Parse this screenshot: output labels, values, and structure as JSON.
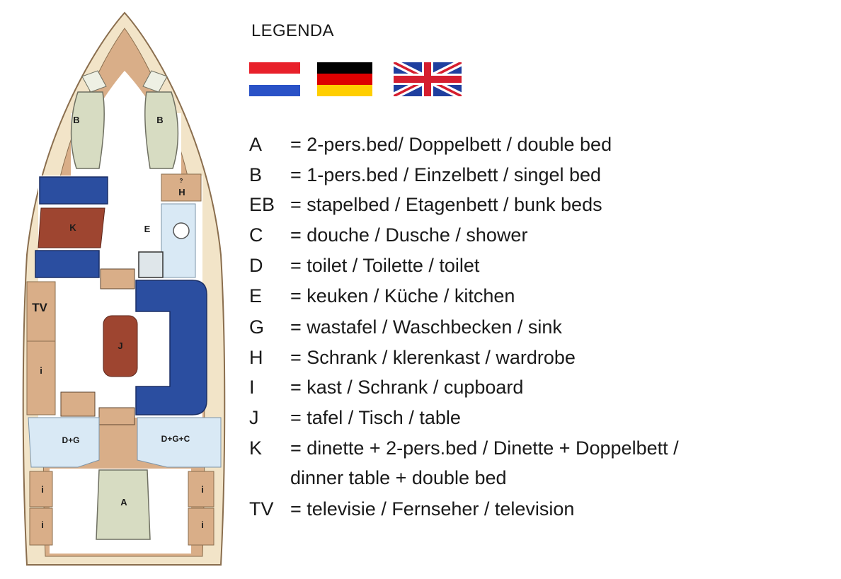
{
  "legend": {
    "title": "LEGENDA",
    "flags": [
      {
        "country": "Netherlands",
        "colors": [
          "#e8202a",
          "#ffffff",
          "#2a52c7"
        ]
      },
      {
        "country": "Germany",
        "colors": [
          "#000000",
          "#dd0000",
          "#ffce00"
        ]
      },
      {
        "country": "United Kingdom",
        "colors": [
          "#1f3f9f",
          "#ffffff",
          "#d51e2f"
        ]
      }
    ],
    "entries": [
      {
        "code": "A",
        "text": "= 2-pers.bed/ Doppelbett / double bed"
      },
      {
        "code": "B",
        "text": "= 1-pers.bed / Einzelbett / singel bed"
      },
      {
        "code": "EB",
        "text": "= stapelbed / Etagenbett / bunk beds"
      },
      {
        "code": "C",
        "text": "= douche / Dusche / shower"
      },
      {
        "code": "D",
        "text": "= toilet / Toilette / toilet"
      },
      {
        "code": "E",
        "text": "= keuken / Küche / kitchen"
      },
      {
        "code": "G",
        "text": "= wastafel / Waschbecken / sink"
      },
      {
        "code": "H",
        "text": "= Schrank / klerenkast / wardrobe"
      },
      {
        "code": "I",
        "text": "= kast / Schrank / cupboard"
      },
      {
        "code": "J",
        "text": "= tafel / Tisch / table"
      },
      {
        "code": "K",
        "text": "= dinette + 2-pers.bed / Dinette + Doppelbett /"
      },
      {
        "code": "",
        "text": "dinner table + double bed"
      },
      {
        "code": "TV",
        "text": "= televisie / Fernseher / television"
      }
    ]
  },
  "plan": {
    "labels": {
      "bed_port": "B",
      "bed_starboard": "B",
      "wardrobe": "H",
      "wardrobe_mark": "?",
      "dinette": "K",
      "kitchen": "E",
      "tv": "TV",
      "table": "J",
      "cupboard_saloon": "i",
      "head_port": "D+G",
      "head_starboard": "D+G+C",
      "aft_bed": "A",
      "cupboard_aft_1": "i",
      "cupboard_aft_2": "i",
      "cupboard_aft_3": "i",
      "cupboard_aft_4": "i"
    },
    "colors": {
      "hull": "#f2e4c8",
      "deck": "#d9ae88",
      "seat": "#2b4ea0",
      "table": "#9e4530",
      "bed": "#d7dcc2",
      "wet": "#d9e9f5"
    }
  }
}
